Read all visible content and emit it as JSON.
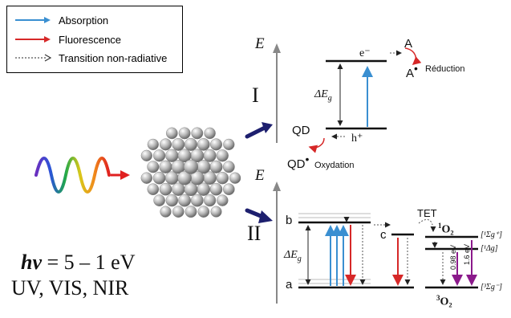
{
  "legend": {
    "absorption": "Absorption",
    "fluorescence": "Fluorescence",
    "non_radiative": "Transition non-radiative"
  },
  "colors": {
    "absorption": "#3a8fd1",
    "fluorescence": "#d62828",
    "non_radiative": "#555555",
    "purple": "#8b1a8b",
    "navy": "#1d1f6e"
  },
  "excitation": {
    "energy": "= 5 – 1 eV",
    "hv": "hν",
    "regions": "UV, VIS, NIR"
  },
  "panel_I": {
    "roman": "I",
    "axis": "E",
    "gap": "ΔE",
    "gap_sub": "g",
    "electron": "e⁻",
    "hole": "h⁺",
    "acceptor": "A",
    "acceptor_reduced": "A",
    "reduction": "Réduction",
    "qd": "QD",
    "qd_oxidized": "QD",
    "oxidation": "Oxydation"
  },
  "panel_II": {
    "roman": "II",
    "axis": "E",
    "gap": "ΔE",
    "gap_sub": "g",
    "level_b": "b",
    "level_a": "a",
    "level_c": "c",
    "tet": "TET",
    "o2_singlet": "O₂",
    "o2_singlet_sup": "1",
    "o2_triplet": "O₂",
    "o2_triplet_sup": "3",
    "term_sigma_upper": "[¹Σg⁺]",
    "term_delta": "[¹Δg]",
    "term_sigma_lower": "[³Σg⁻]",
    "e1": "0.98 eV",
    "e2": "1.6 eV"
  }
}
